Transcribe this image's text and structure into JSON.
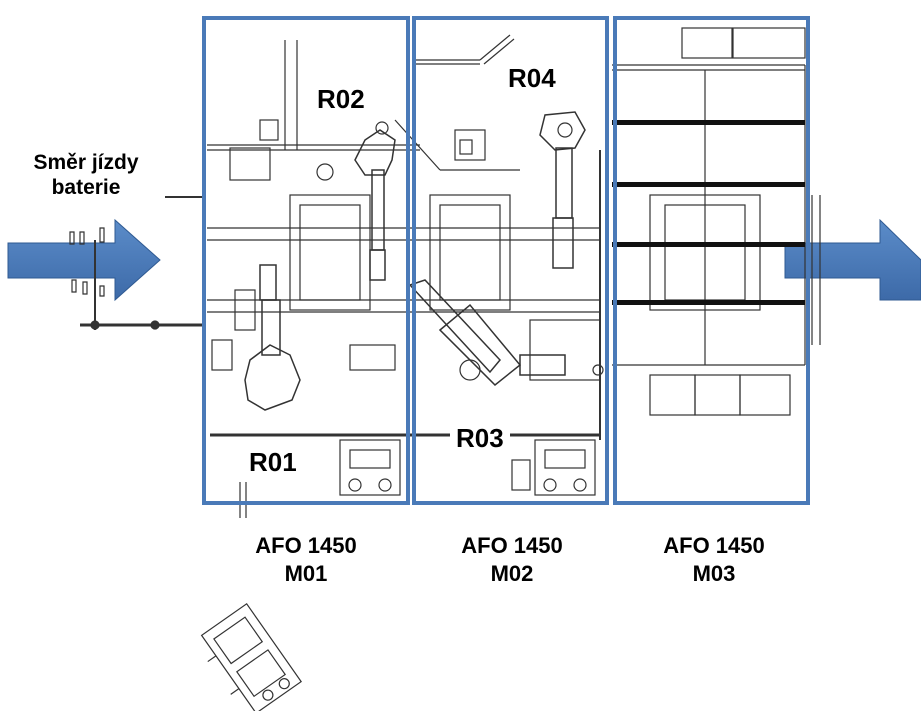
{
  "direction_label": {
    "line1": "Směr jízdy",
    "line2": "baterie"
  },
  "robots": {
    "r01": "R01",
    "r02": "R02",
    "r03": "R03",
    "r04": "R04"
  },
  "stations": [
    {
      "name": "AFO 1450",
      "code": "M01"
    },
    {
      "name": "AFO 1450",
      "code": "M02"
    },
    {
      "name": "AFO 1450",
      "code": "M03"
    }
  ],
  "colors": {
    "frame": "#4a7ab8",
    "arrow": "#4a7ab8",
    "drawing": "#333333"
  },
  "icons": {
    "flow_arrow": "right-arrow-icon"
  }
}
